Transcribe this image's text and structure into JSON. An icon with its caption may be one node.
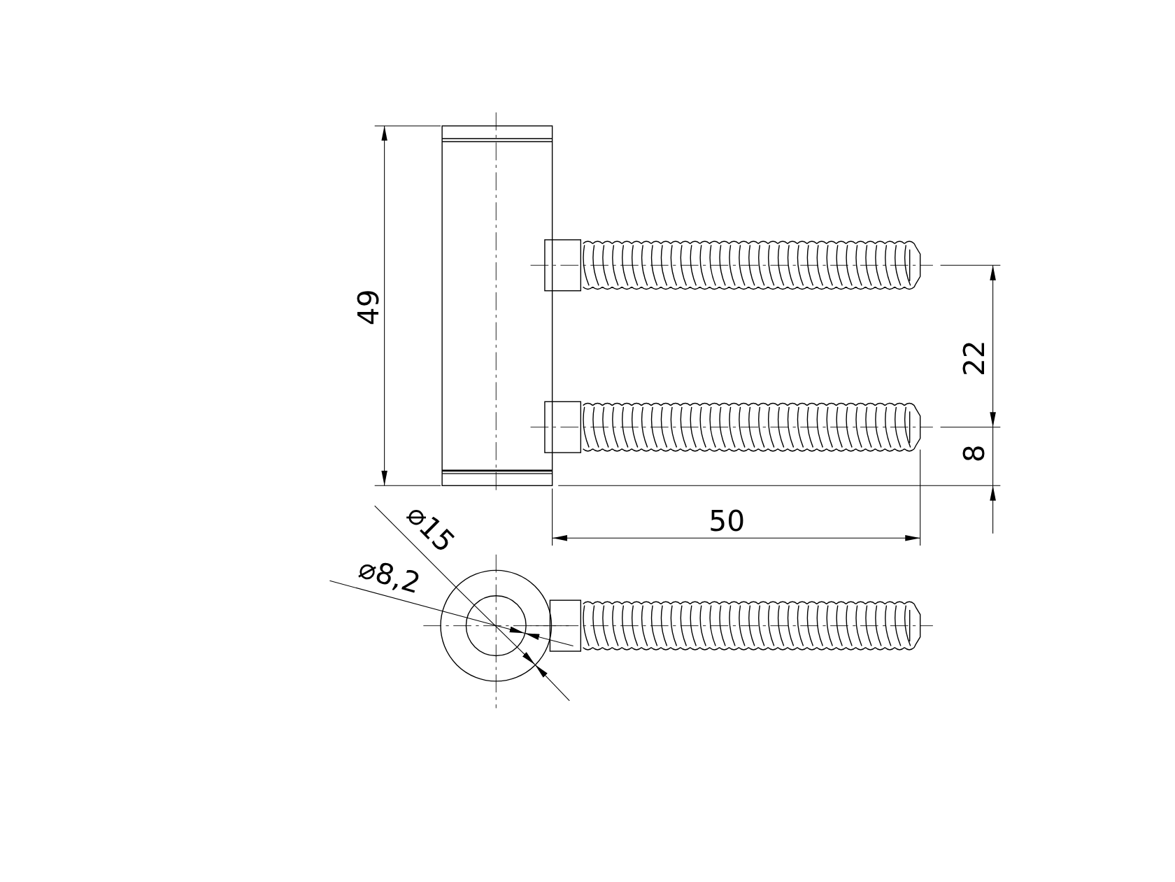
{
  "diagram": {
    "labels": [
      "49",
      "22",
      "8",
      "50",
      "⌀15",
      "⌀8,2"
    ]
  }
}
